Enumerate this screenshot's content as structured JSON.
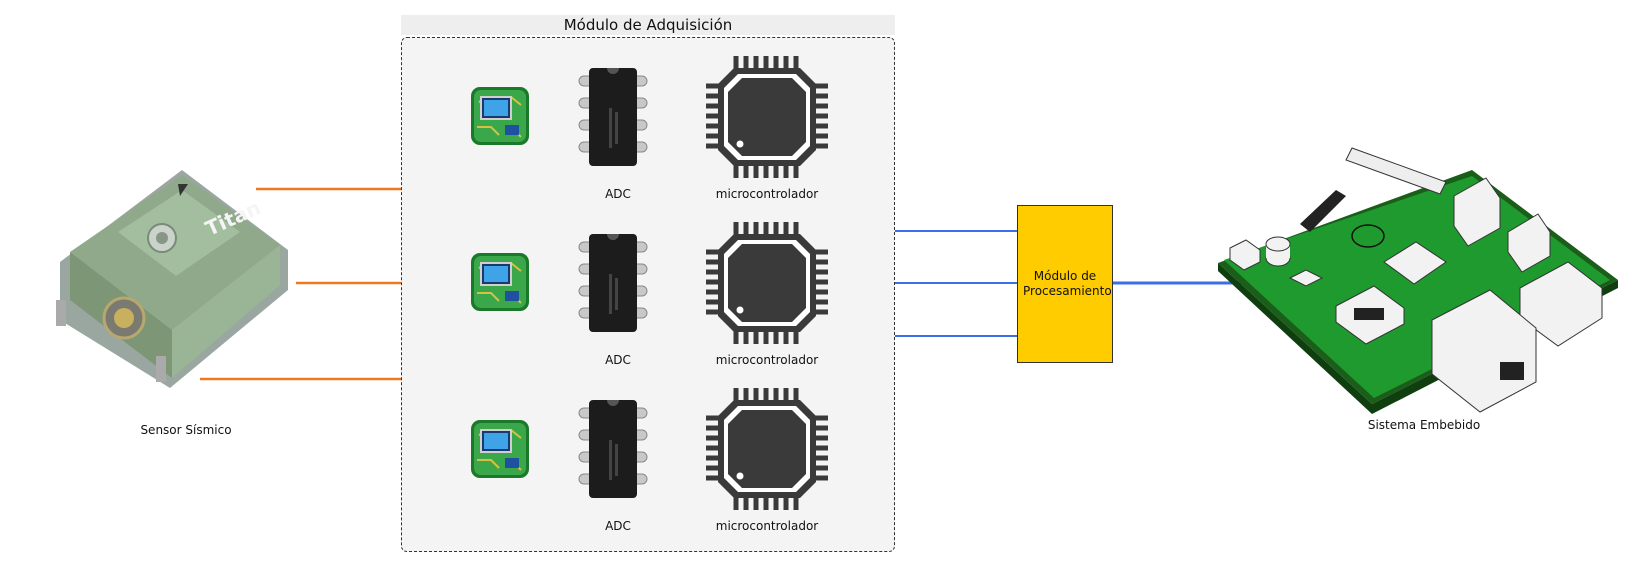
{
  "diagram": {
    "module_title": "Módulo de Adquisición",
    "sensor_label": "Sensor Sísmico",
    "sensor_brand": "Titan",
    "processing_label": "Módulo de Procesamiento",
    "embedded_label": "Sistema Embebido",
    "channels": [
      {
        "adc_label": "ADC",
        "mcu_label": "microcontrolador"
      },
      {
        "adc_label": "ADC",
        "mcu_label": "microcontrolador"
      },
      {
        "adc_label": "ADC",
        "mcu_label": "microcontrolador"
      }
    ],
    "colors": {
      "analog_wire": "#f07820",
      "digital_wire": "#3a6fe8",
      "processing_fill": "#ffcc00",
      "board_green": "#1f9a2e",
      "chip_dark": "#2e2e2e"
    }
  }
}
